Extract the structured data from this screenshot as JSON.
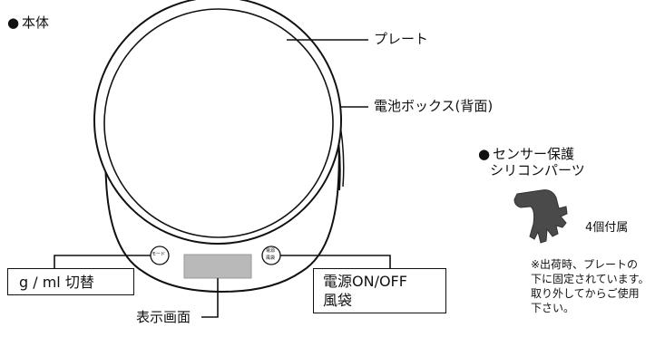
{
  "section_main": {
    "bullet": "●",
    "title": "本体"
  },
  "labels": {
    "plate": "プレート",
    "battery_box": "電池ボックス(背面)",
    "display": "表示画面",
    "mode_button_text": "モード",
    "power_button_text_top": "電源",
    "power_button_text_bottom": "風袋"
  },
  "boxes": {
    "unit_switch": "g / ml 切替",
    "power_line1": "電源ON/OFF",
    "power_line2": "風袋"
  },
  "section_parts": {
    "bullet": "●",
    "title_line1": "センサー保護",
    "title_line2": "シリコンパーツ",
    "quantity": "4個付属",
    "note_lines": [
      "※出荷時、プレートの",
      "下に固定されています。",
      "取り外してからご使用",
      "下さい。"
    ]
  },
  "colors": {
    "line": "#111111",
    "part": "#4a4a4a",
    "display": "#b9b9b9"
  }
}
